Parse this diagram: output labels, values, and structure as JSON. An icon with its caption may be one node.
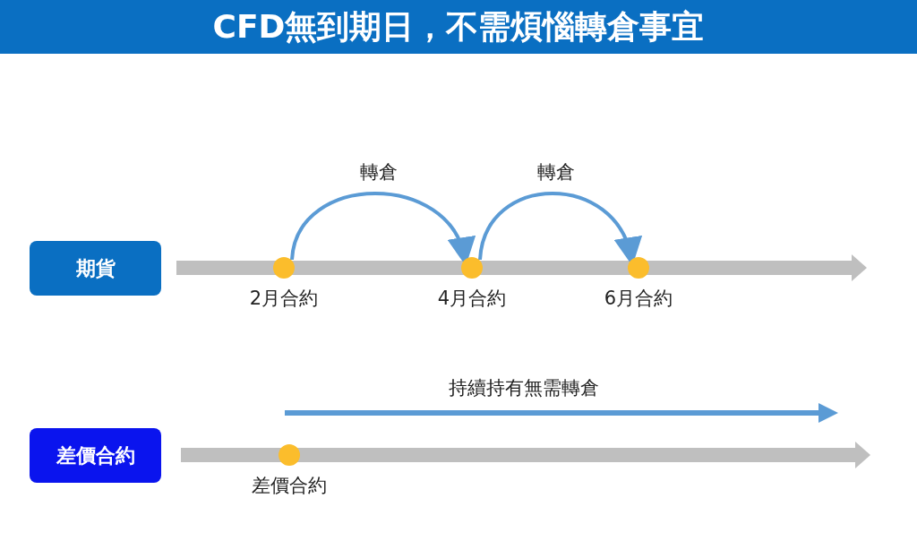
{
  "diagram": {
    "title": "CFD無到期日，不需煩惱轉倉事宜",
    "nodes": [
      {
        "text": [
          "期貨"
        ]
      },
      {
        "text": [
          "差價合約"
        ]
      },
      {
        "text": [],
        "shape": "circle",
        "beside": [
          "2月合約"
        ]
      },
      {
        "text": [],
        "shape": "circle",
        "beside": [
          "4月合約"
        ]
      },
      {
        "text": [],
        "shape": "circle",
        "beside": [
          "6月合約"
        ]
      },
      {
        "text": [],
        "shape": "circle",
        "beside": [
          "差價合約"
        ]
      }
    ],
    "edges": [
      {
        "from": 2,
        "to": 3,
        "arrow": "to",
        "label": "轉倉"
      },
      {
        "from": 3,
        "to": 4,
        "arrow": "to",
        "label": "轉倉"
      }
    ],
    "labels": [
      "持續持有無需轉倉"
    ]
  }
}
